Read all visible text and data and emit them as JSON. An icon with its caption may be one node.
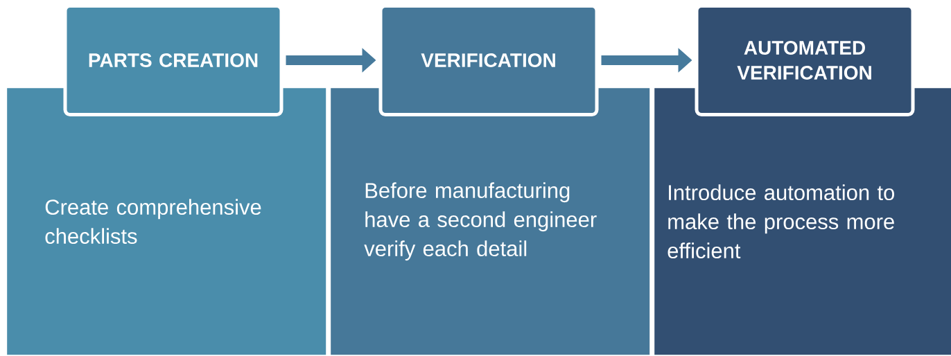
{
  "diagram": {
    "nodes": [
      {
        "text": [
          "PARTS CREATION"
        ]
      },
      {
        "text": [
          "Create comprehensive checklists"
        ]
      },
      {
        "text": [
          "VERIFICATION"
        ]
      },
      {
        "text": [
          "Before manufacturing have a second engineer verify each detail"
        ]
      },
      {
        "text": [
          "AUTOMATED VERIFICATION"
        ]
      },
      {
        "text": [
          "Introduce automation to make the process more efficient"
        ]
      }
    ],
    "edges": [
      {
        "from": 0,
        "to": 2,
        "arrow": "to"
      },
      {
        "from": 2,
        "to": 4,
        "arrow": "to"
      }
    ]
  }
}
